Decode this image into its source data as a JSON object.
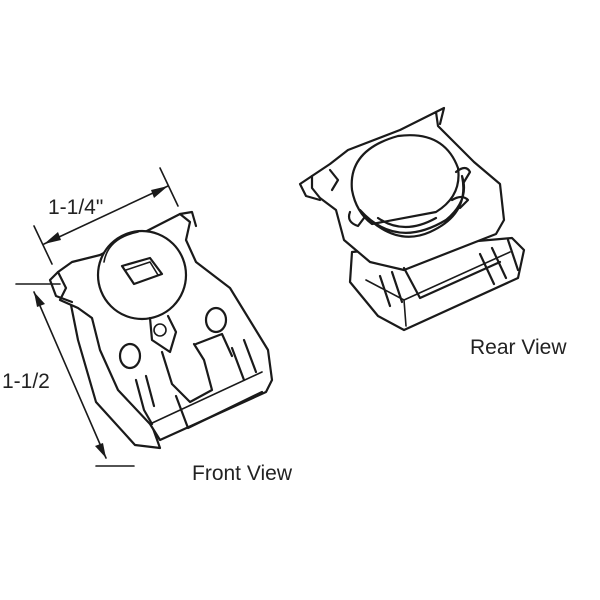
{
  "labels": {
    "width_dimension": "1-1/4\"",
    "height_dimension": "1-1/2",
    "front_view": "Front View",
    "rear_view": "Rear View"
  }
}
